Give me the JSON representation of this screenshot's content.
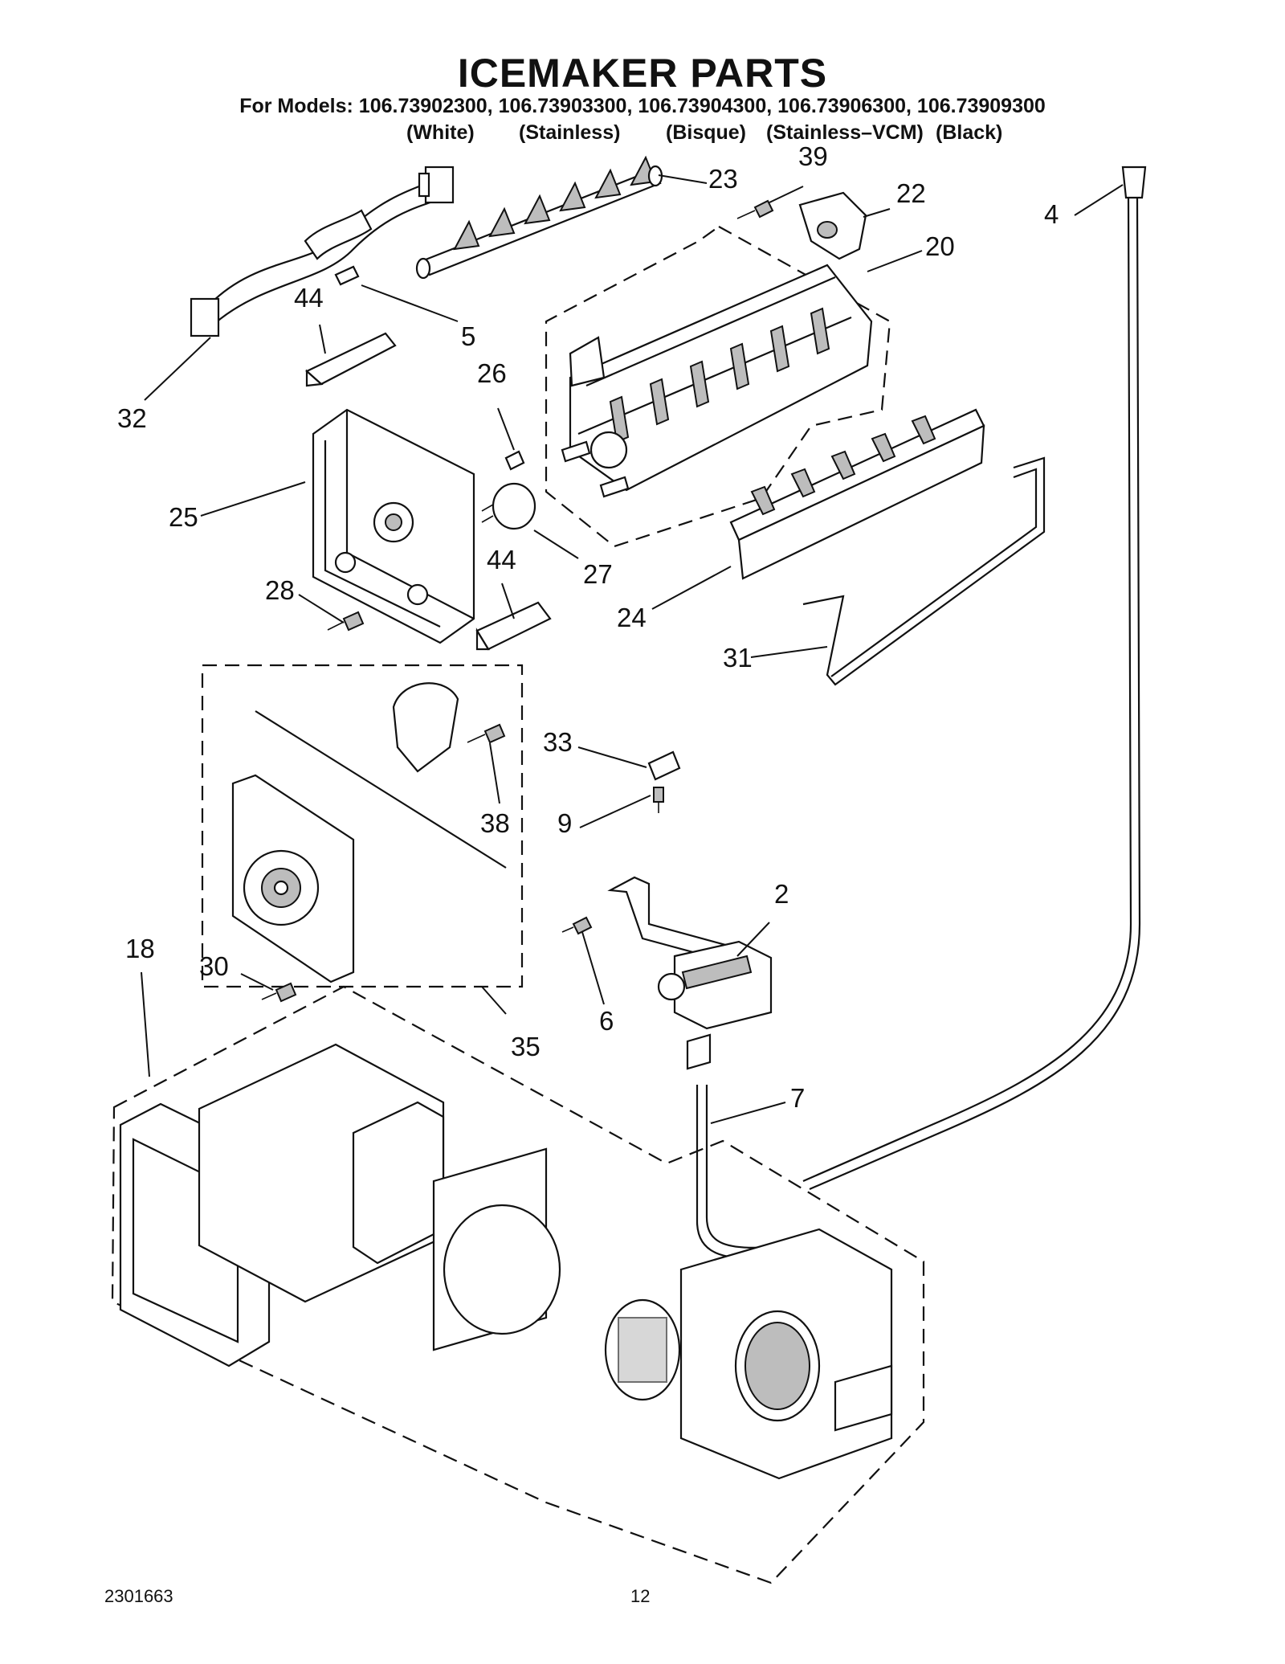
{
  "header": {
    "title": "ICEMAKER PARTS",
    "models_line": "For Models: 106.73902300, 106.73903300, 106.73904300, 106.73906300, 106.73909300",
    "variants": [
      "(White)",
      "(Stainless)",
      "(Bisque)",
      "(Stainless–VCM)",
      "(Black)"
    ]
  },
  "callouts": [
    "23",
    "39",
    "22",
    "4",
    "20",
    "44",
    "5",
    "32",
    "26",
    "25",
    "27",
    "44",
    "28",
    "24",
    "31",
    "33",
    "9",
    "38",
    "2",
    "18",
    "30",
    "6",
    "35",
    "7"
  ],
  "footer": {
    "doc_number": "2301663",
    "page_number": "12"
  }
}
